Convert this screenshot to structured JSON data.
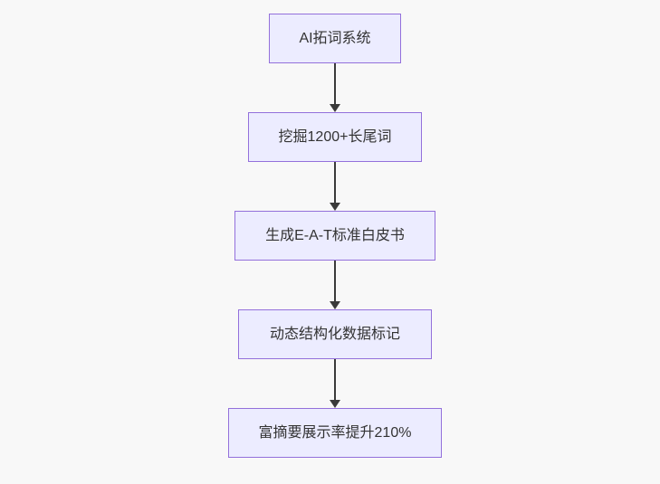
{
  "colors": {
    "background": "#f8f8f8",
    "node-fill": "#ececff",
    "node-border": "#9370db",
    "node-text": "#333333",
    "arrow": "#3a3a3a"
  },
  "flowchart": {
    "type": "flowchart-top-down",
    "nodes": [
      {
        "id": "A",
        "label": "AI拓词系统"
      },
      {
        "id": "B",
        "label": "挖掘1200+长尾词"
      },
      {
        "id": "C",
        "label": "生成E-A-T标准白皮书"
      },
      {
        "id": "D",
        "label": "动态结构化数据标记"
      },
      {
        "id": "E",
        "label": "富摘要展示率提升210%"
      }
    ],
    "edges": [
      {
        "from": "A",
        "to": "B",
        "arrow": "down"
      },
      {
        "from": "B",
        "to": "C",
        "arrow": "down"
      },
      {
        "from": "C",
        "to": "D",
        "arrow": "down"
      },
      {
        "from": "D",
        "to": "E",
        "arrow": "down"
      }
    ]
  }
}
